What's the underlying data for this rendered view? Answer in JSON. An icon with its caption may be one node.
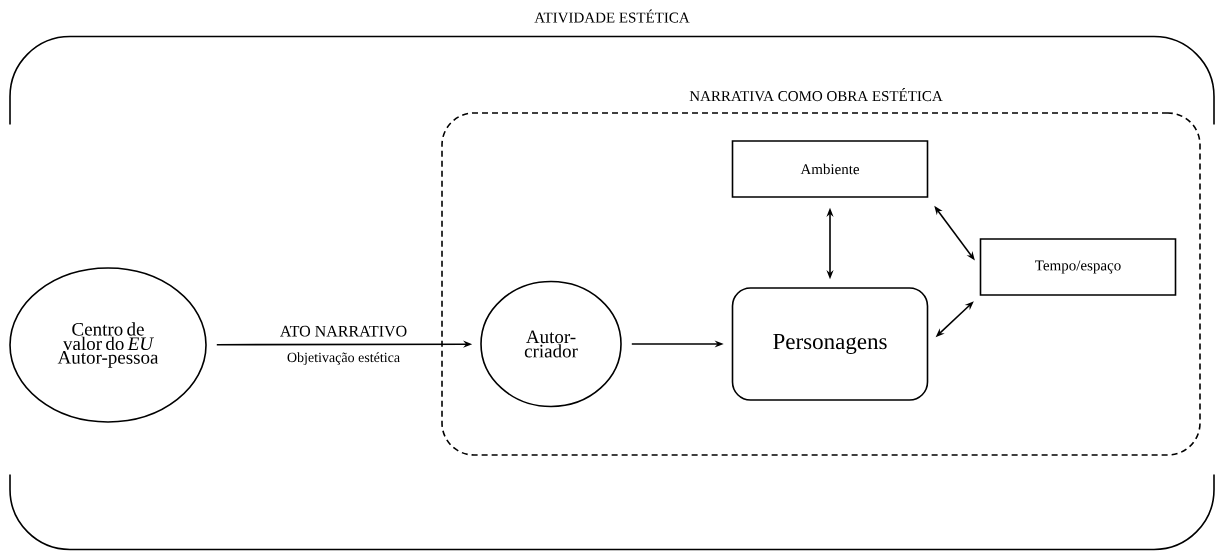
{
  "diagram": {
    "nodes": [
      {
        "text": [
          "ATIVIDADE ESTÉTICA"
        ]
      },
      {
        "text": [
          "Centro de valor do *EU* Autor-pessoa"
        ],
        "in": 0
      },
      {
        "text": [
          "NARRATIVA COMO OBRA ESTÉTICA"
        ],
        "in": 0
      },
      {
        "text": [
          "Autor- criador"
        ],
        "in": 2
      },
      {
        "text": [
          "Ambiente"
        ],
        "in": 2
      },
      {
        "text": [
          "Tempo/espaço"
        ],
        "in": 2
      },
      {
        "text": [
          "Personagens"
        ],
        "in": 2
      }
    ],
    "edges": [
      {
        "from": 1,
        "to": 3,
        "arrow": "to",
        "label": "ATO NARRATIVO"
      },
      {
        "from": 3,
        "to": 6,
        "arrow": "to"
      },
      {
        "from": 4,
        "to": 6,
        "arrow": "both"
      },
      {
        "from": 4,
        "to": 5,
        "arrow": "both"
      },
      {
        "from": 6,
        "to": 5,
        "arrow": "both"
      }
    ],
    "labels": [
      "Objetivação estética"
    ]
  }
}
